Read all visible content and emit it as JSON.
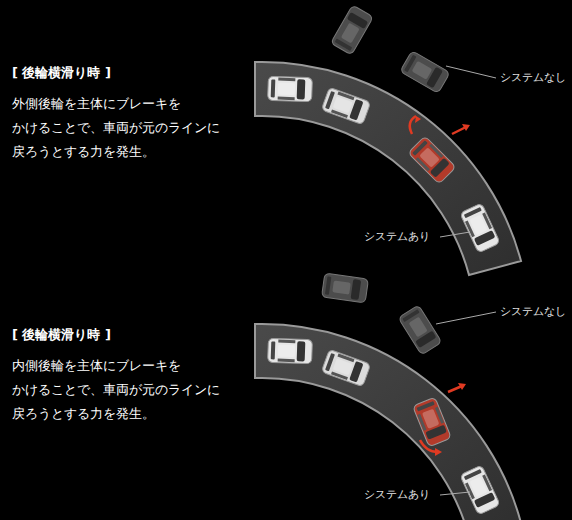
{
  "diagram": {
    "labels": [
      "[ 後輪横滑り時 ]",
      "外側後輪を主体にブレーキを かけることで、車両が元のラインに 戻ろうとする力を発生。",
      "システムなし",
      "システムあり",
      "[ 後輪横滑り時 ]",
      "内側後輪を主体にブレーキを かけることで、車両が元のラインに 戻ろうとする力を発生。",
      "システムなし",
      "システムあり"
    ]
  }
}
